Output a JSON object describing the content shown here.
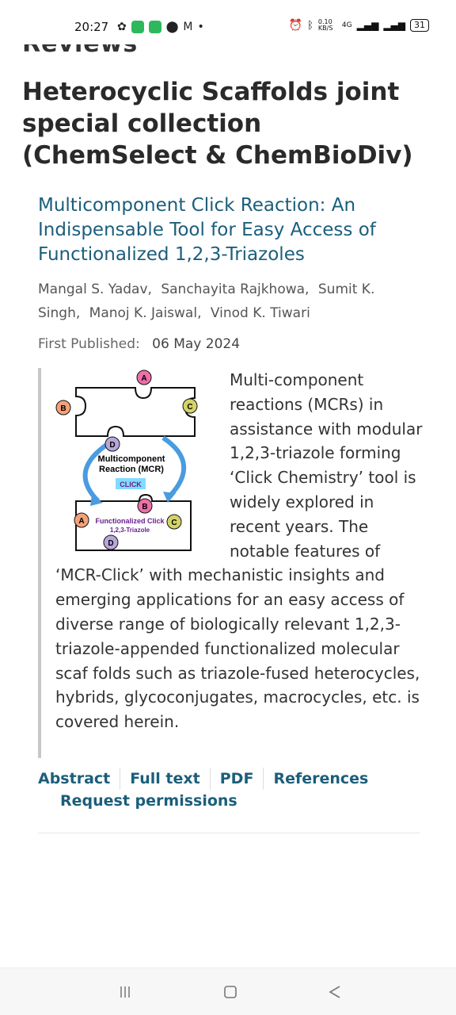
{
  "status_bar": {
    "time": "20:27",
    "left_icons": [
      "notification-icon",
      "app-icon",
      "shield-icon",
      "circle-icon",
      "mail-icon",
      "dot-icon"
    ],
    "right_icons": [
      "alarm-icon",
      "bluetooth-icon",
      "data-speed-icon",
      "volte-icon",
      "signal-icon",
      "signal-icon",
      "battery-icon"
    ],
    "data_speed": "0.10 KB/S",
    "network": "4G",
    "battery": "31"
  },
  "section_heading": "Reviews",
  "collection_title": "Heterocyclic Scaffolds joint special collection (ChemSelect & ChemBioDiv)",
  "article": {
    "title": "Multicomponent Click Reaction: An Indispensable Tool for Easy Access of Functionalized 1,2,3-Triazoles",
    "authors": [
      "Mangal S. Yadav,",
      "Sanchayita Rajkhowa,",
      "Sumit K. Singh,",
      "Manoj K. Jaiswal,",
      "Vinod K. Tiwari"
    ],
    "published_label": "First Published:",
    "published_date": "06 May 2024",
    "abstract": "Multi-component reactions (MCRs) in assistance with modular 1,2,3-triazole forming ‘Click Chemistry’ tool is widely explored in recent years. The notable features of ‘MCR-Click’ with mechanistic insights and emerging applications for an easy access of diverse range of biologically relevant 1,2,3-triazole-appended functionalized molecular scaf folds such as triazole-fused heterocycles, hybrids, glycoconjugates, macrocycles, etc. is covered herein.",
    "graphic": {
      "labels": [
        "A",
        "B",
        "C",
        "D",
        "B",
        "A",
        "C",
        "D"
      ],
      "mcr_line1": "Multicomponent",
      "mcr_line2": "Reaction (MCR)",
      "click": "CLICK",
      "product_line1": "Functionalized Click",
      "product_line2": "1,2,3-Triazole"
    },
    "links": {
      "abstract": "Abstract",
      "full_text": "Full text",
      "pdf": "PDF",
      "references": "References",
      "request_permissions": "Request permissions"
    }
  },
  "colors": {
    "link": "#1b5e7b",
    "title": "#2a2a2a",
    "border": "#c7c7c7"
  }
}
